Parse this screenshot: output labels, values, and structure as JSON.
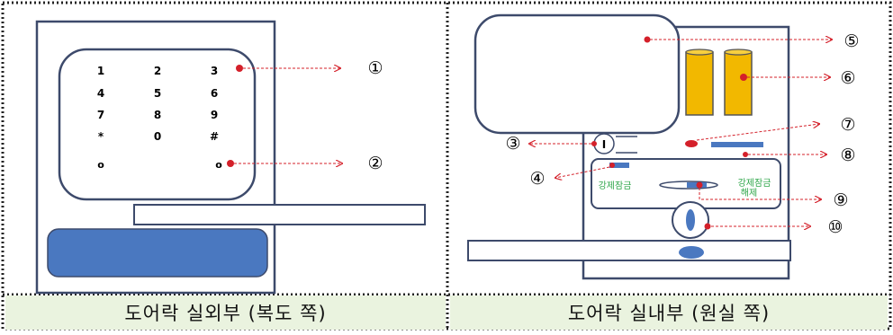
{
  "keypad": {
    "keys": [
      "1",
      "2",
      "3",
      "4",
      "5",
      "6",
      "7",
      "8",
      "9",
      "*",
      "0",
      "#"
    ],
    "bottom_left": "o",
    "bottom_right": "o"
  },
  "callouts": {
    "c1": "①",
    "c2": "②",
    "c3": "③",
    "c4": "④",
    "c5": "⑤",
    "c6": "⑥",
    "c7": "⑦",
    "c8": "⑧",
    "c9": "⑨",
    "c10": "⑩"
  },
  "inner_panel": {
    "dial_mark": "I",
    "lock_label_left": "강제잠금",
    "lock_label_right_line1": "강제잠금",
    "lock_label_right_line2": "해제"
  },
  "captions": {
    "outside": "도어락 실외부 (복도 쪽)",
    "inside": "도어락 실내부 (원실 쪽)"
  },
  "colors": {
    "outline": "#3d4a6b",
    "handle_fill": "#4a78c0",
    "battery_fill": "#f2b800",
    "marker": "#d4202a",
    "caption_bg": "#eaf3df",
    "label_green": "#2fa64a"
  }
}
